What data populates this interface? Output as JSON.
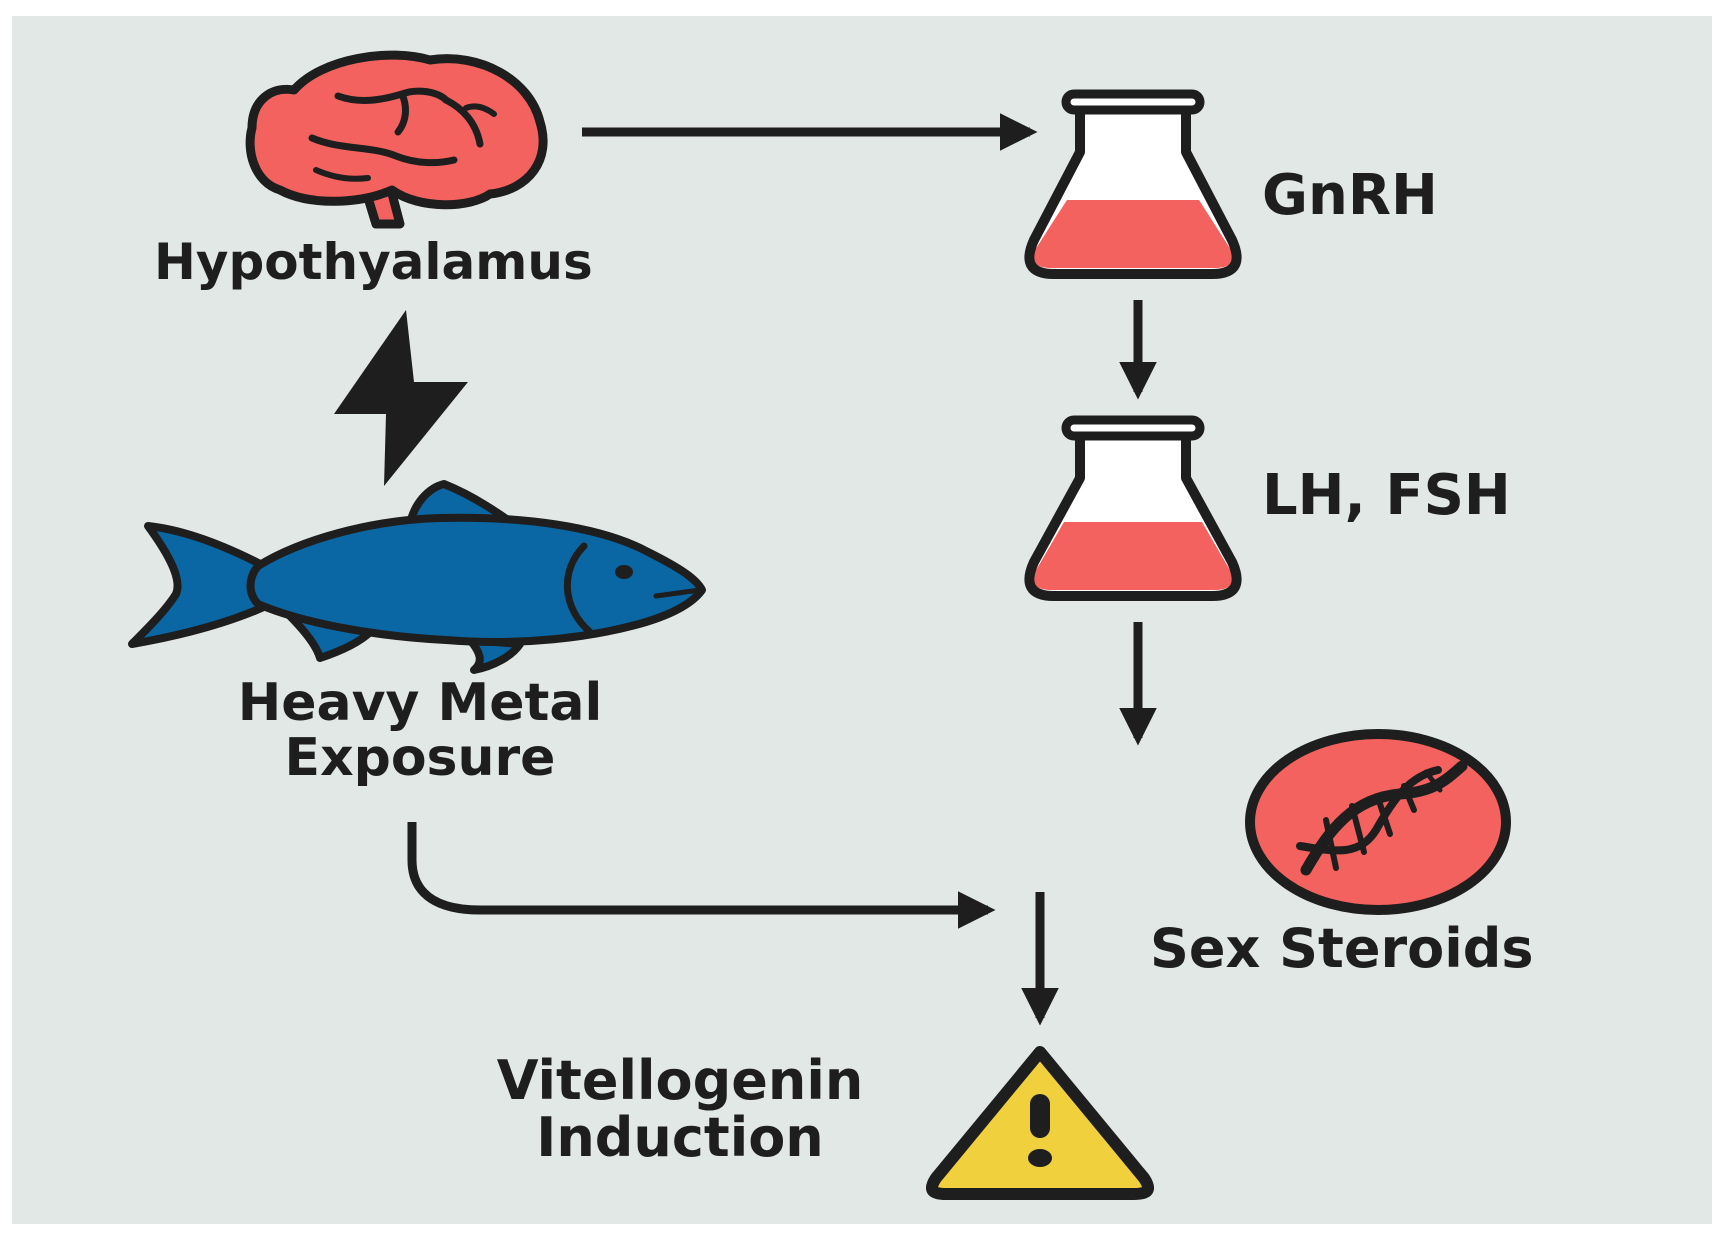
{
  "labels": {
    "hypothalamus": "Hypothyalamus",
    "gnrh": "GnRH",
    "lh_fsh": "LH, FSH",
    "sex_steroids": "Sex Steroids",
    "heavy_metal_line1": "Heavy Metal",
    "heavy_metal_line2": "Exposure",
    "vitellogenin_line1": "Vitellogenin",
    "vitellogenin_line2": "Induction"
  },
  "icons": {
    "brain": "brain-icon",
    "flask_gnrh": "flask-icon",
    "flask_lh_fsh": "flask-icon",
    "dna_circle": "dna-icon",
    "lightning": "lightning-bolt-icon",
    "fish": "fish-icon",
    "warning": "warning-triangle-icon"
  },
  "colors": {
    "background": "#e1e8e6",
    "salmon": "#f3625f",
    "fish_blue": "#0b66a4",
    "warning_yellow": "#f0d03c",
    "ink": "#1e1e1e"
  }
}
